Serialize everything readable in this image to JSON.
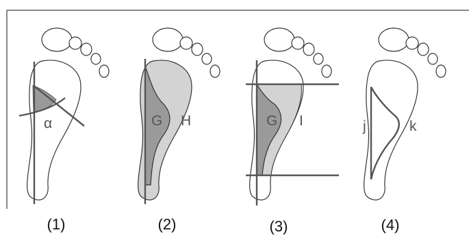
{
  "panels": [
    {
      "caption": "(1)",
      "labels": {
        "angle": "α"
      }
    },
    {
      "caption": "(2)",
      "labels": {
        "left": "G",
        "right": "H"
      }
    },
    {
      "caption": "(3)",
      "labels": {
        "left": "G",
        "right": "I"
      }
    },
    {
      "caption": "(4)",
      "labels": {
        "left": "j",
        "right": "k"
      }
    }
  ],
  "colors": {
    "outline": "#333333",
    "axis_line": "#555555",
    "region_dark": "#9a9a9a",
    "region_light": "#d3d3d3",
    "text": "#555555",
    "caption": "#111111"
  }
}
